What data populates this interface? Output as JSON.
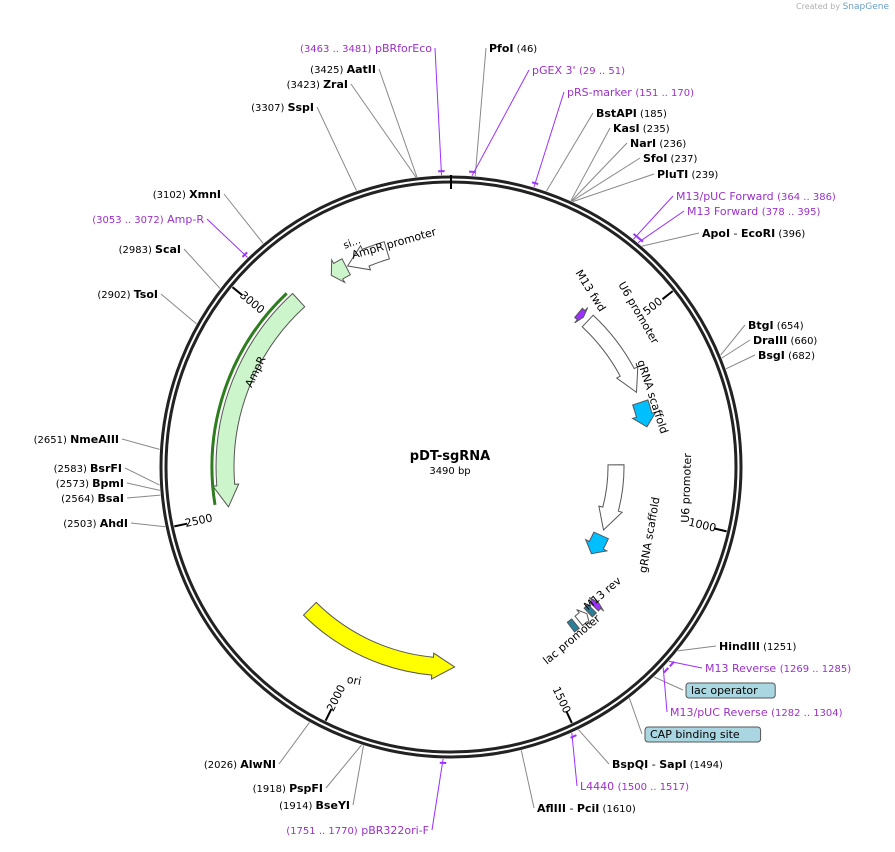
{
  "credit": {
    "prefix": "Created by",
    "brand": "SnapGene"
  },
  "plasmid": {
    "name": "pDT-sgRNA",
    "size_label": "3490 bp",
    "length": 3490
  },
  "ticks": [
    {
      "pos": 500,
      "label": "500"
    },
    {
      "pos": 1000,
      "label": "1000"
    },
    {
      "pos": 1500,
      "label": "1500"
    },
    {
      "pos": 2000,
      "label": "2000"
    },
    {
      "pos": 2500,
      "label": "2500"
    },
    {
      "pos": 3000,
      "label": "3000"
    }
  ],
  "features": [
    {
      "name": "AmpR",
      "start": 2519,
      "end": 3079,
      "strand": -1,
      "color": "#ccf5cc",
      "r": 226,
      "w": 18
    },
    {
      "name": "AmpR promoter",
      "start": 3226,
      "end": 3330,
      "strand": -1,
      "color": "#ffffff",
      "r": 226,
      "w": 18
    },
    {
      "name": "si...",
      "start": 3180,
      "end": 3222,
      "strand": -1,
      "color": "#ccf5cc",
      "r": 226,
      "w": 18
    },
    {
      "name": "ori",
      "start": 1735,
      "end": 2180,
      "strand": -1,
      "color": "#ffff00",
      "r": 200,
      "w": 18
    },
    {
      "name": "U6 promoter",
      "start": 418,
      "end": 660,
      "strand": 1,
      "color": "#ffffff",
      "r": 200,
      "w": 16
    },
    {
      "name": "gRNA scaffold",
      "start": 690,
      "end": 760,
      "strand": 1,
      "color": "#00bfff",
      "r": 200,
      "w": 16
    },
    {
      "name": "U6 promoter",
      "start": 865,
      "end": 1090,
      "strand": 1,
      "color": "#ffffff",
      "r": 165,
      "w": 16
    },
    {
      "name": "gRNA scaffold",
      "start": 1110,
      "end": 1180,
      "strand": 1,
      "color": "#00bfff",
      "r": 165,
      "w": 16
    },
    {
      "name": "M13 fwd",
      "start": 384,
      "end": 402,
      "strand": 1,
      "color": "#9b30ff",
      "r": 200,
      "w": 12
    },
    {
      "name": "M13 rev",
      "start": 1285,
      "end": 1302,
      "strand": -1,
      "color": "#9b30ff",
      "r": 200,
      "w": 12
    },
    {
      "name": "lac operator",
      "start": 1310,
      "end": 1325,
      "strand": 0,
      "color": "#2a7f9a",
      "r": 200,
      "w": 12
    },
    {
      "name": "lac promoter",
      "start": 1330,
      "end": 1360,
      "strand": -1,
      "color": "#ffffff",
      "r": 200,
      "w": 12
    },
    {
      "name": "CAP binding site",
      "start": 1372,
      "end": 1388,
      "strand": 0,
      "color": "#2a7f9a",
      "r": 200,
      "w": 12
    }
  ],
  "feature_labels": [
    {
      "text": "AmpR promoter"
    },
    {
      "text": "si..."
    },
    {
      "text": "AmpR"
    },
    {
      "text": "ori"
    },
    {
      "text": "M13 fwd"
    },
    {
      "text": "U6 promoter"
    },
    {
      "text": "gRNA scaffold"
    },
    {
      "text": "U6 promoter"
    },
    {
      "text": "gRNA scaffold"
    },
    {
      "text": "M13 rev"
    },
    {
      "text": "lac promoter"
    }
  ],
  "annotations": [
    {
      "pos": 3472,
      "kind": "primer",
      "name": "pBRforEco",
      "range": "(3463 .. 3481)"
    },
    {
      "pos": 46,
      "kind": "enzyme",
      "name": "PfoI",
      "site": "(46)"
    },
    {
      "pos": 40,
      "kind": "primer",
      "name": "pGEX 3'",
      "range": "(29 .. 51)"
    },
    {
      "pos": 3425,
      "kind": "enzyme",
      "name": "AatII",
      "site": "(3425)"
    },
    {
      "pos": 3423,
      "kind": "enzyme",
      "name": "ZraI",
      "site": "(3423)"
    },
    {
      "pos": 3307,
      "kind": "enzyme",
      "name": "SspI",
      "site": "(3307)"
    },
    {
      "pos": 160,
      "kind": "primer",
      "name": "pRS-marker",
      "range": "(151 .. 170)"
    },
    {
      "pos": 185,
      "kind": "enzyme",
      "name": "BstAPI",
      "site": "(185)"
    },
    {
      "pos": 235,
      "kind": "enzyme",
      "name": "KasI",
      "site": "(235)"
    },
    {
      "pos": 236,
      "kind": "enzyme",
      "name": "NarI",
      "site": "(236)"
    },
    {
      "pos": 237,
      "kind": "enzyme",
      "name": "SfoI",
      "site": "(237)"
    },
    {
      "pos": 239,
      "kind": "enzyme",
      "name": "PluTI",
      "site": "(239)"
    },
    {
      "pos": 3102,
      "kind": "enzyme",
      "name": "XmnI",
      "site": "(3102)"
    },
    {
      "pos": 3062,
      "kind": "primer",
      "name": "Amp-R",
      "range": "(3053 .. 3072)"
    },
    {
      "pos": 375,
      "kind": "primer",
      "name": "M13/pUC Forward",
      "range": "(364 .. 386)"
    },
    {
      "pos": 386,
      "kind": "primer",
      "name": "M13 Forward",
      "range": "(378 .. 395)"
    },
    {
      "pos": 396,
      "kind": "enzyme",
      "name": "ApoI",
      "name2": "EcoRI",
      "site": "(396)"
    },
    {
      "pos": 2983,
      "kind": "enzyme",
      "name": "ScaI",
      "site": "(2983)"
    },
    {
      "pos": 2902,
      "kind": "enzyme",
      "name": "TsoI",
      "site": "(2902)"
    },
    {
      "pos": 654,
      "kind": "enzyme",
      "name": "BtgI",
      "site": "(654)"
    },
    {
      "pos": 660,
      "kind": "enzyme",
      "name": "DraIII",
      "site": "(660)"
    },
    {
      "pos": 682,
      "kind": "enzyme",
      "name": "BsgI",
      "site": "(682)"
    },
    {
      "pos": 2651,
      "kind": "enzyme",
      "name": "NmeAIII",
      "site": "(2651)"
    },
    {
      "pos": 2583,
      "kind": "enzyme",
      "name": "BsrFI",
      "site": "(2583)"
    },
    {
      "pos": 2573,
      "kind": "enzyme",
      "name": "BpmI",
      "site": "(2573)"
    },
    {
      "pos": 2564,
      "kind": "enzyme",
      "name": "BsaI",
      "site": "(2564)"
    },
    {
      "pos": 2503,
      "kind": "enzyme",
      "name": "AhdI",
      "site": "(2503)"
    },
    {
      "pos": 1251,
      "kind": "enzyme",
      "name": "HindIII",
      "site": "(1251)"
    },
    {
      "pos": 1277,
      "kind": "primer",
      "name": "M13 Reverse",
      "range": "(1269 .. 1285)"
    },
    {
      "pos": 1318,
      "kind": "box",
      "name": "lac operator"
    },
    {
      "pos": 1293,
      "kind": "primer",
      "name": "M13/pUC Reverse",
      "range": "(1282 .. 1304)"
    },
    {
      "pos": 1380,
      "kind": "box",
      "name": "CAP binding site"
    },
    {
      "pos": 1494,
      "kind": "enzyme",
      "name": "BspQI",
      "name2": "SapI",
      "site": "(1494)"
    },
    {
      "pos": 1508,
      "kind": "primer",
      "name": "L4440",
      "range": "(1500 .. 1517)"
    },
    {
      "pos": 1610,
      "kind": "enzyme",
      "name": "AflIII",
      "name2": "PciI",
      "site": "(1610)"
    },
    {
      "pos": 2026,
      "kind": "enzyme",
      "name": "AlwNI",
      "site": "(2026)"
    },
    {
      "pos": 1918,
      "kind": "enzyme",
      "name": "PspFI",
      "site": "(1918)"
    },
    {
      "pos": 1914,
      "kind": "enzyme",
      "name": "BseYI",
      "site": "(1914)"
    },
    {
      "pos": 1760,
      "kind": "primer",
      "name": "pBR322ori-F",
      "range": "(1751 .. 1770)"
    }
  ],
  "colors": {
    "backbone": "#222222",
    "enzyme_text": "#000000",
    "primer_text": "#9b30c8",
    "primer_mark": "#9b30ff",
    "box_fill": "#a9d6e0",
    "leader_line": "#888888"
  }
}
